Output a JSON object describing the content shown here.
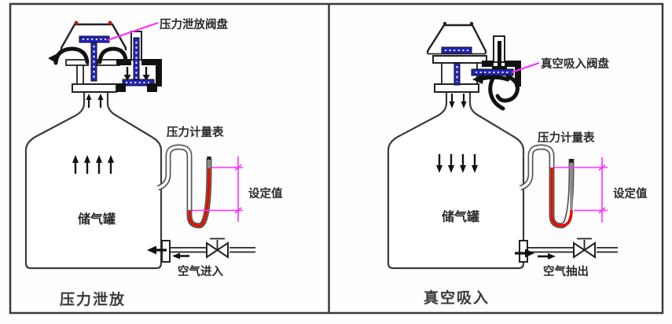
{
  "colors": {
    "line": "#3b3b3b",
    "thick_black": "#111111",
    "valve_disc_blue": "#2323b8",
    "manometer_red": "#dd1100",
    "dimension_magenta": "#ff2bff",
    "tube_gray": "#8a8a8a",
    "hood_dot_red": "#cc1100"
  },
  "left": {
    "valve_label": "压力泄放阀盘",
    "gauge_label": "压力计量表",
    "setpoint_label": "设定值",
    "tank_label": "储气罐",
    "flow_label": "空气进入",
    "caption": "压力泄放"
  },
  "right": {
    "valve_label": "真空吸入阀盘",
    "gauge_label": "压力计量表",
    "setpoint_label": "设定值",
    "tank_label": "储气罐",
    "flow_label": "空气抽出",
    "caption": "真空吸入"
  }
}
